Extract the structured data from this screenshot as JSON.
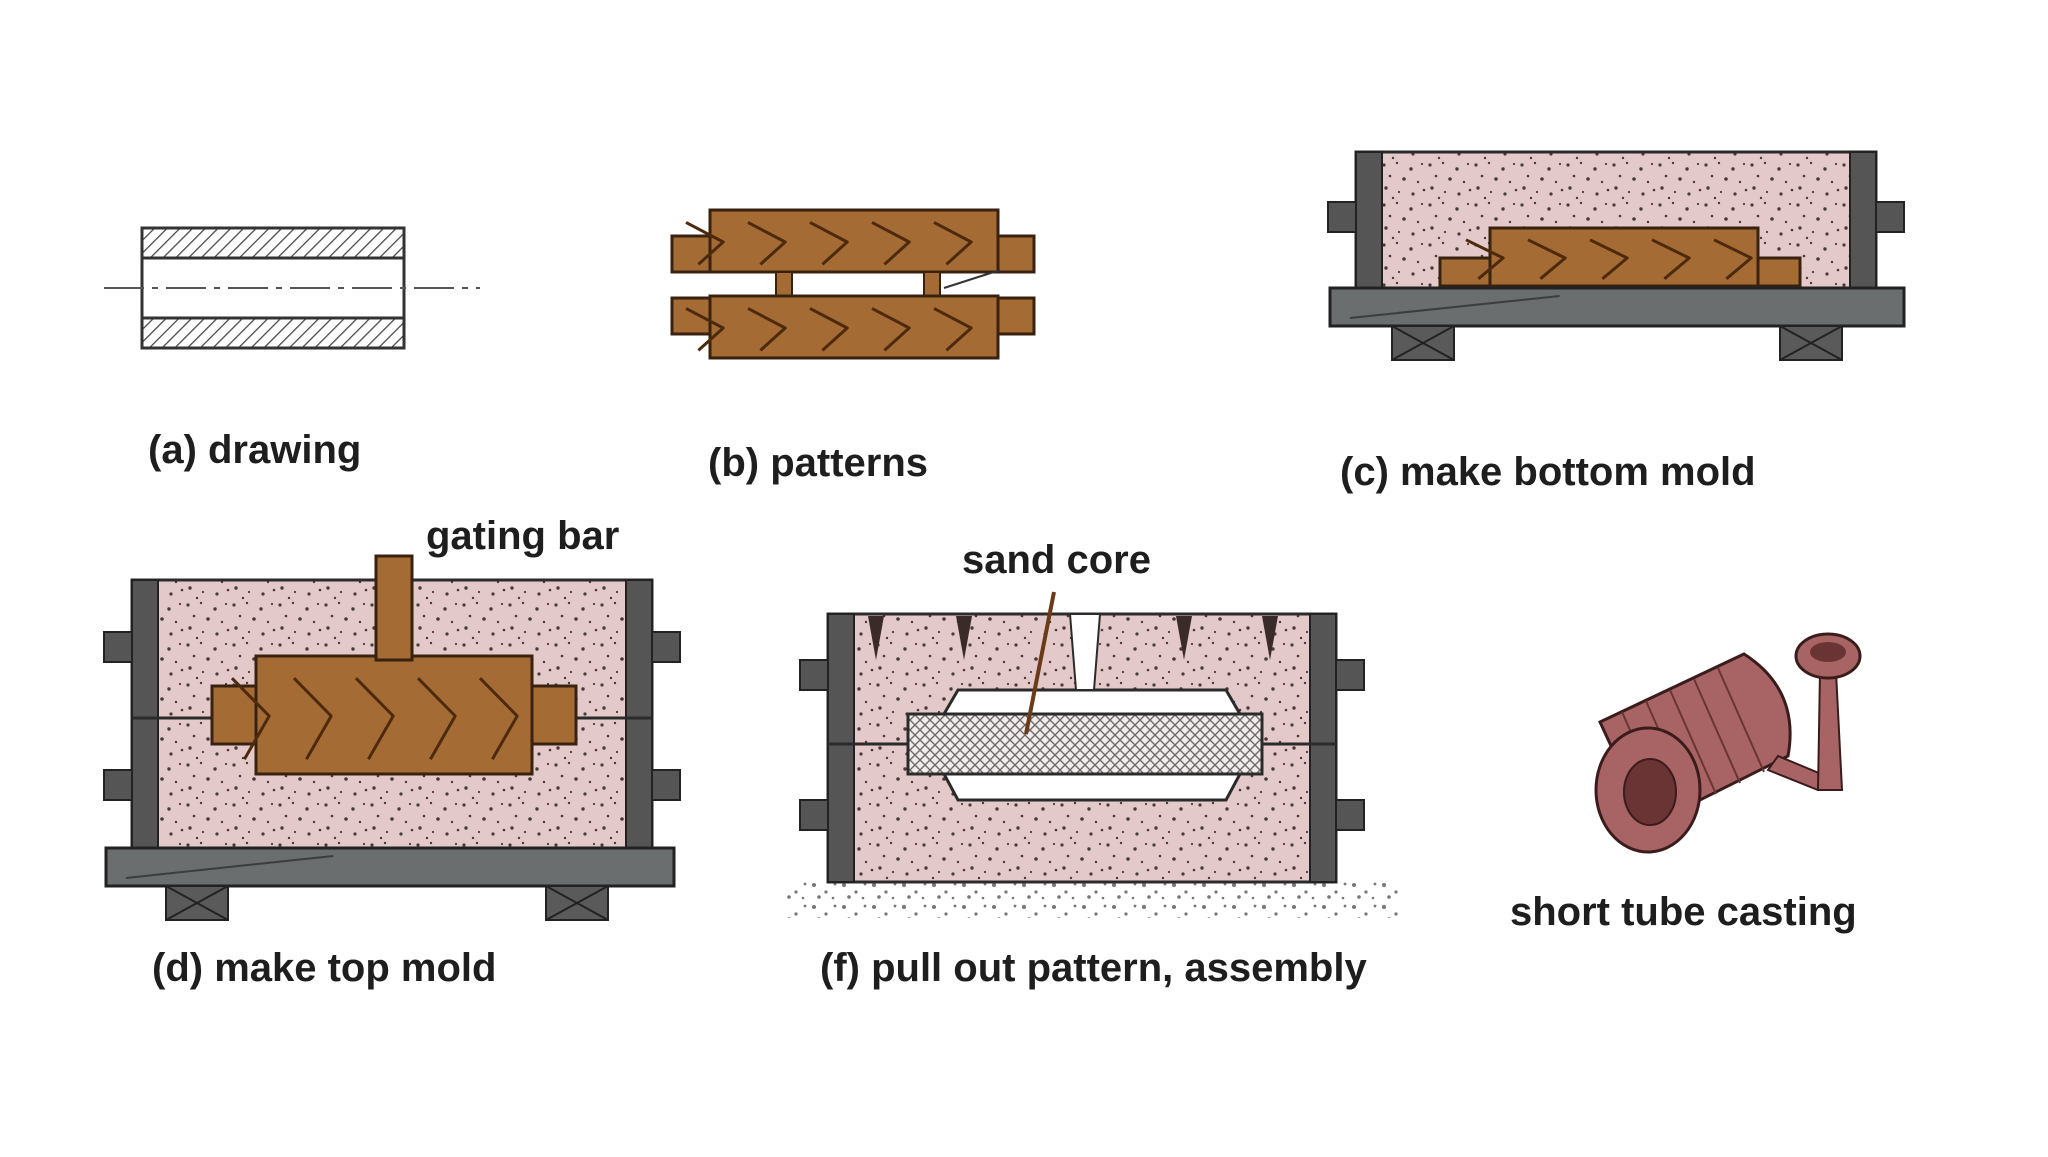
{
  "labels": {
    "drawing": "(a) drawing",
    "patterns": "(b) patterns",
    "bottom_mold": "(c) make bottom mold",
    "top_mold": "(d) make top mold",
    "assembly": "(f) pull out pattern, assembly",
    "casting": "short tube casting",
    "gating_bar": "gating bar",
    "sand_core": "sand core"
  },
  "colors": {
    "wood": "#a46b35",
    "wood_grain": "#4e2a0c",
    "sand": "#e3c9c9",
    "sand_speck": "#4a3a3a",
    "flask": "#555555",
    "casting": "#a86464",
    "casting_dark": "#6b3434"
  }
}
